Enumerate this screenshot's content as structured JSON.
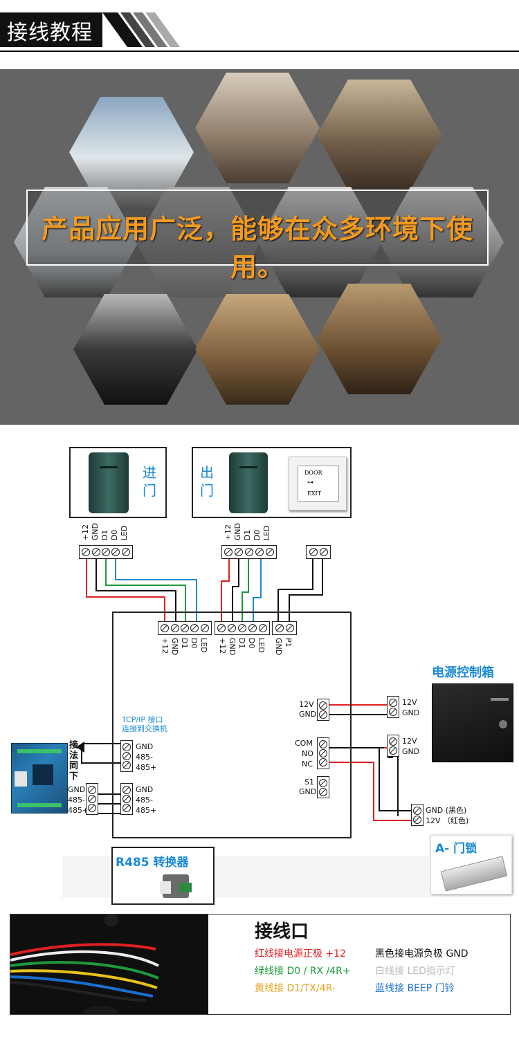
{
  "header": {
    "title": "接线教程"
  },
  "banner": {
    "tagline": "产品应用广泛，能够在众多环境下使用。"
  },
  "readers": {
    "in_label": "进门",
    "out_label": "出门",
    "exit_button": {
      "top": "DOOR",
      "bottom": "EXIT"
    },
    "pins": [
      "+12",
      "GND",
      "D1",
      "D0",
      "LED"
    ]
  },
  "controller": {
    "board_pins_left": [
      "+12",
      "GND",
      "D1",
      "D0",
      "LED"
    ],
    "board_pins_right": [
      "GND",
      "P1"
    ],
    "power_in": [
      "12V",
      "GND"
    ],
    "relay": [
      "COM",
      "NO",
      "NC"
    ],
    "sensor": [
      "S1",
      "GND"
    ],
    "tcp_label_1": "TCP/IP 接口",
    "tcp_label_2": "连接到交换机",
    "port1": [
      "GND",
      "485-",
      "485+"
    ],
    "port2": [
      "GND",
      "485-",
      "485+"
    ]
  },
  "side": {
    "same_wiring_chars": [
      "接",
      "法",
      "同",
      "下"
    ],
    "converter_pins": [
      "GND",
      "485-",
      "485+"
    ]
  },
  "power_box": {
    "title": "电源控制箱",
    "out1": [
      "12V",
      "GND"
    ],
    "out2": [
      "12V",
      "GND"
    ]
  },
  "lock": {
    "title": "A- 门锁",
    "pins": [
      "GND (黑色)",
      "12V （红色)"
    ]
  },
  "converter": {
    "title": "R485 转换器"
  },
  "legend": {
    "title": "接线口",
    "items": [
      {
        "text": "红线接电源正极 +12",
        "color": "#e02020"
      },
      {
        "text": "黑色接电源负极 GND",
        "color": "#111111"
      },
      {
        "text": "绿线接 D0 / RX /4R+",
        "color": "#1e9a3a"
      },
      {
        "text": "白线接 LED指示灯",
        "color": "#bbbbbb"
      },
      {
        "text": "黄线接 D1/TX/4R-",
        "color": "#e8a21a"
      },
      {
        "text": "蓝线接 BEEP 门铃",
        "color": "#1a6fd0"
      }
    ]
  },
  "colors": {
    "red": "#e02020",
    "green": "#1e9a3a",
    "blue": "#1a8ad8",
    "black": "#111111",
    "orange": "#f29a1f"
  }
}
